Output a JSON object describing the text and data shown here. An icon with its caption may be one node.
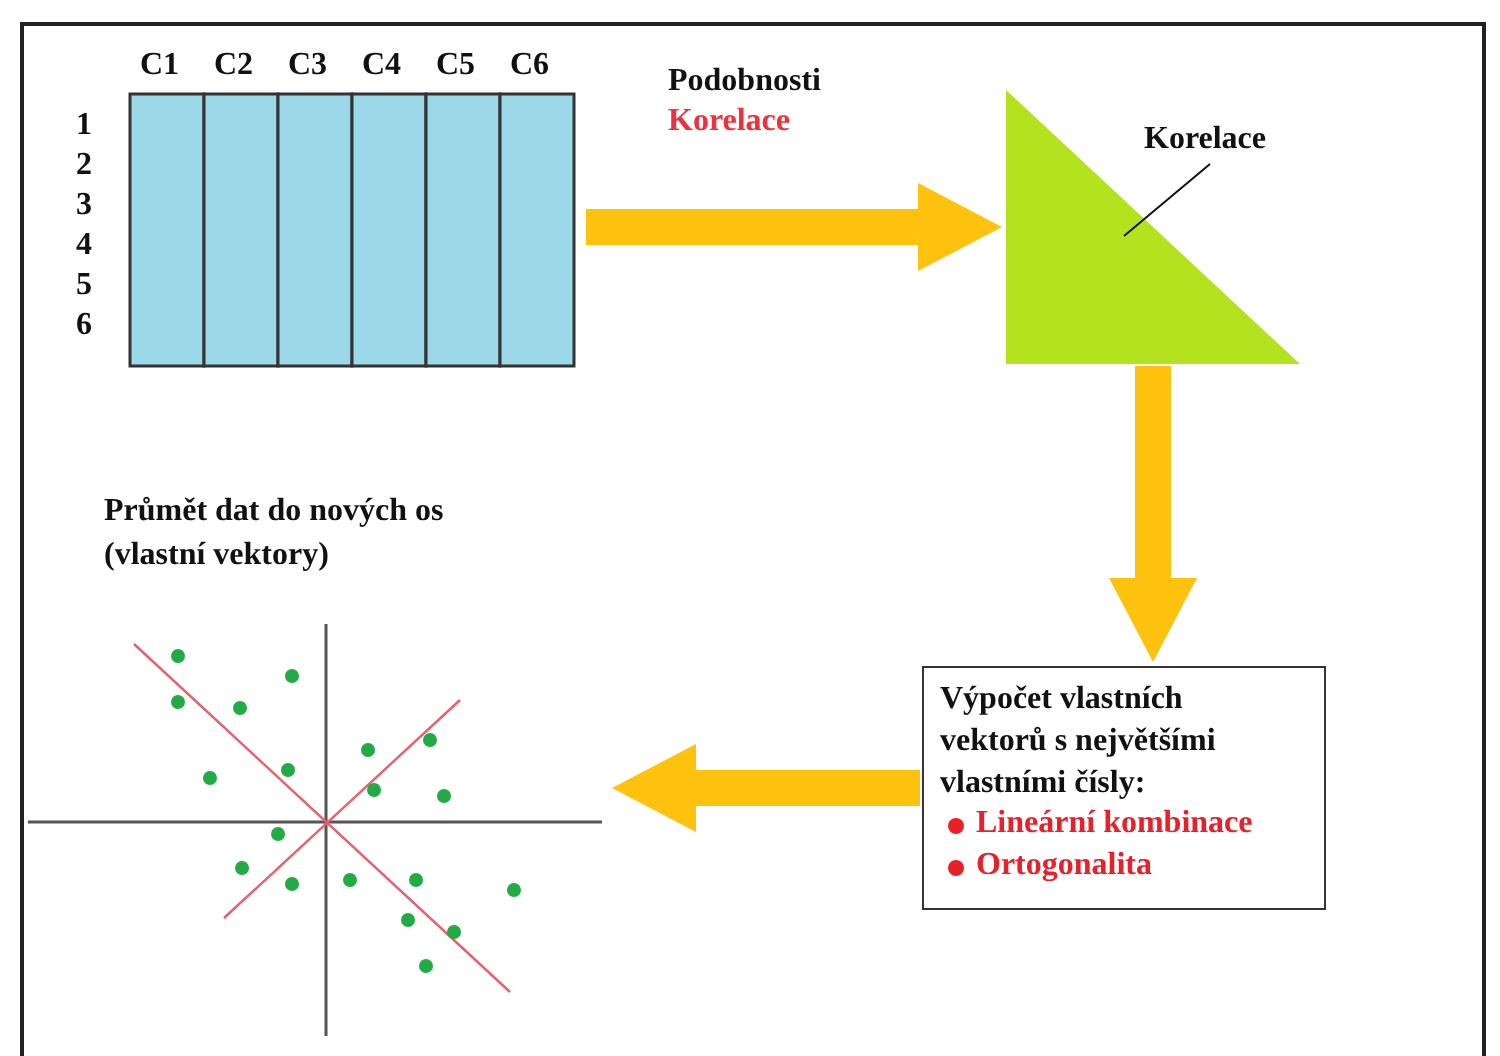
{
  "diagram": {
    "nodes": [
      {
        "text": [
          "C1",
          "C2",
          "C3",
          "C4",
          "C5",
          "C6",
          "1",
          "2",
          "3",
          "4",
          "5",
          "6"
        ]
      },
      {
        "text": [],
        "shape": "triangle"
      },
      {
        "text": [
          "Korelace"
        ]
      },
      {
        "text": [
          "Výpočet vlastních vektorů s největšími vlastními čísly:",
          "Lineární kombinace",
          "Ortogonalita"
        ]
      },
      {
        "text": [
          "Průmět dat do nových os (vlastní vektory)"
        ]
      }
    ],
    "edges": [
      {
        "from": 0,
        "to": 1,
        "arrow": "to",
        "color": "#ffc20e"
      },
      {
        "from": 1,
        "to": 3,
        "arrow": "to",
        "color": "#ffc20e"
      },
      {
        "from": 3,
        "to": 4,
        "arrow": "to",
        "color": "#ffc20e"
      },
      {
        "from": 2,
        "to": 1,
        "arrow": "none",
        "color": "#111111"
      }
    ],
    "labels": [
      "Podobnosti",
      "Korelace"
    ]
  }
}
